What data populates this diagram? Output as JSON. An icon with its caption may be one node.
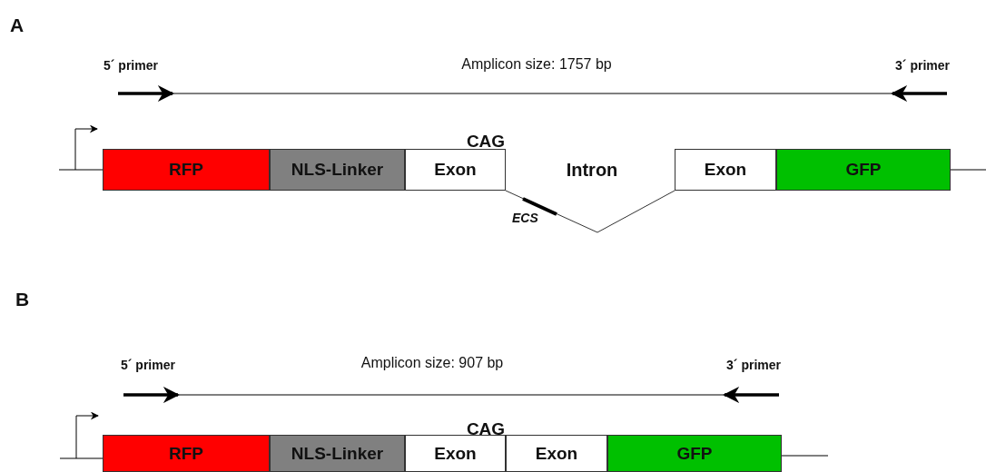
{
  "diagram": {
    "nodes": [
      {
        "text": [
          "RFP"
        ]
      },
      {
        "text": [
          "NLS-Linker"
        ]
      },
      {
        "text": [
          "Exon"
        ]
      },
      {
        "text": [
          "Exon"
        ]
      },
      {
        "text": [
          "GFP"
        ]
      },
      {
        "text": [
          "RFP"
        ]
      },
      {
        "text": [
          "NLS-Linker"
        ]
      },
      {
        "text": [
          "Exon"
        ]
      },
      {
        "text": [
          "Exon"
        ]
      },
      {
        "text": [
          "GFP"
        ]
      }
    ],
    "edges": [
      {
        "from": 2,
        "to": 3,
        "arrow": "none",
        "label": "ECS"
      }
    ],
    "labels": [
      "A",
      "5´ primer",
      "Amplicon size: 1757 bp",
      "3´ primer",
      "CAG",
      "Intron",
      "B",
      "5´ primer",
      "Amplicon size: 907 bp",
      "3´ primer",
      "CAG"
    ]
  }
}
